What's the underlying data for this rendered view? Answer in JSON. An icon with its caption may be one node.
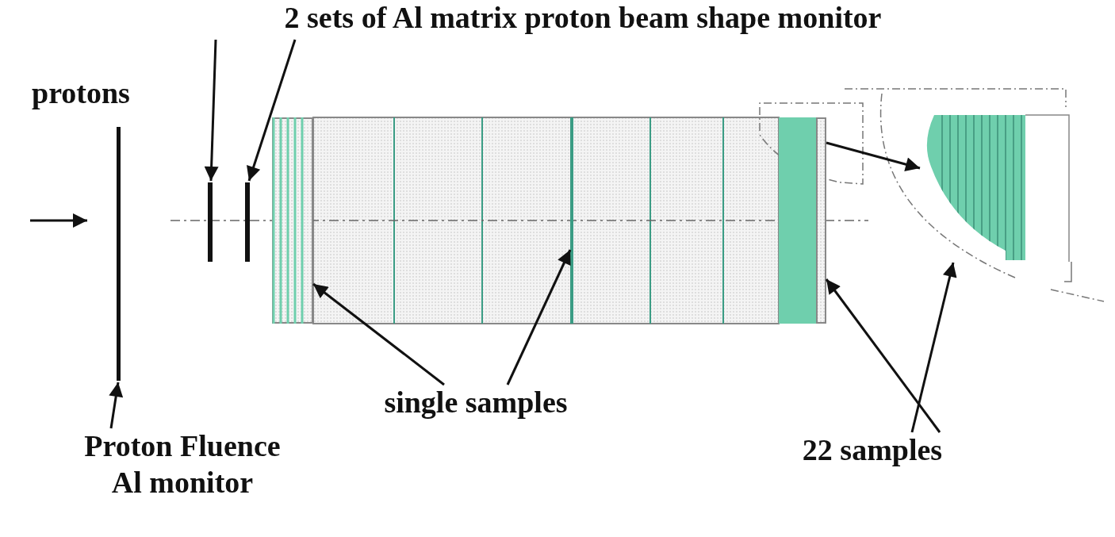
{
  "diagram": {
    "nodes": [
      {
        "text": [
          "2 sets of Al matrix proton beam shape monitor"
        ]
      },
      {
        "text": [],
        "shape": "bar"
      },
      {
        "text": [],
        "shape": "bar"
      },
      {
        "text": [],
        "shape": "bar"
      },
      {
        "text": [
          "Proton Fluence Al monitor"
        ]
      },
      {
        "text": [
          "single samples"
        ]
      },
      {
        "text": [],
        "shape": "box"
      },
      {
        "text": [],
        "shape": "bar"
      },
      {
        "text": [
          "22 samples"
        ]
      },
      {
        "text": [],
        "shape": "box"
      },
      {
        "text": [],
        "shape": "picture"
      }
    ],
    "edges": [
      {
        "from": 0,
        "to": 2,
        "arrow": "to"
      },
      {
        "from": 0,
        "to": 3,
        "arrow": "to"
      },
      {
        "from": 4,
        "to": 1,
        "arrow": "to"
      },
      {
        "from": 5,
        "to": 6,
        "arrow": "to"
      },
      {
        "from": 5,
        "to": 7,
        "arrow": "to"
      },
      {
        "from": 8,
        "to": 9,
        "arrow": "to"
      },
      {
        "from": 8,
        "to": 10,
        "arrow": "to"
      },
      {
        "from": 9,
        "to": 10,
        "arrow": "to"
      }
    ],
    "labels": [
      "protons"
    ]
  }
}
